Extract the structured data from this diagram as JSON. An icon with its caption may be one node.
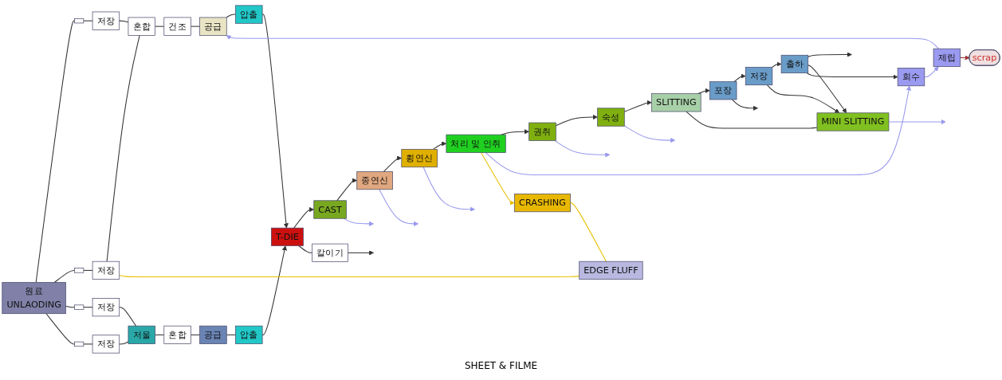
{
  "diagram": {
    "nodes": [
      {
        "text": [
          "원료",
          "UNLAODING"
        ]
      },
      {
        "text": [],
        "shape": "box"
      },
      {
        "text": [],
        "shape": "box"
      },
      {
        "text": [],
        "shape": "box"
      },
      {
        "text": [],
        "shape": "box"
      },
      {
        "text": [
          "저장"
        ]
      },
      {
        "text": [
          "저장"
        ]
      },
      {
        "text": [
          "저장"
        ]
      },
      {
        "text": [
          "저장"
        ]
      },
      {
        "text": [
          "혼합"
        ]
      },
      {
        "text": [
          "저울"
        ]
      },
      {
        "text": [
          "건조"
        ]
      },
      {
        "text": [
          "혼합"
        ]
      },
      {
        "text": [
          "공급"
        ]
      },
      {
        "text": [
          "공급"
        ]
      },
      {
        "text": [
          "압출"
        ]
      },
      {
        "text": [
          "압출"
        ]
      },
      {
        "text": [
          "T-DIE"
        ]
      },
      {
        "text": [
          "CAST"
        ]
      },
      {
        "text": [
          "종연신"
        ]
      },
      {
        "text": [
          "횡연신"
        ]
      },
      {
        "text": [
          "처리 및 인취"
        ]
      },
      {
        "text": [
          "권취"
        ]
      },
      {
        "text": [
          "숙성"
        ]
      },
      {
        "text": [
          "SLITTING"
        ]
      },
      {
        "text": [
          "포장"
        ]
      },
      {
        "text": [
          "저장"
        ]
      },
      {
        "text": [
          "출하"
        ]
      },
      {
        "text": [
          "칼이기"
        ]
      },
      {
        "text": [
          "MINI SLITTING"
        ]
      },
      {
        "text": [
          "제립"
        ]
      },
      {
        "text": [
          "회수"
        ]
      },
      {
        "text": [
          "EDGE FLUFF"
        ]
      },
      {
        "text": [
          "CRASHING"
        ]
      },
      {
        "text": [
          "scrap"
        ]
      }
    ],
    "edges": [
      {
        "from": 0,
        "to": 1,
        "arrow": "none"
      },
      {
        "from": 0,
        "to": 2,
        "arrow": "none"
      },
      {
        "from": 0,
        "to": 3,
        "arrow": "none"
      },
      {
        "from": 0,
        "to": 4,
        "arrow": "none"
      },
      {
        "from": 1,
        "to": 5,
        "arrow": "none"
      },
      {
        "from": 2,
        "to": 6,
        "arrow": "none"
      },
      {
        "from": 3,
        "to": 7,
        "arrow": "none"
      },
      {
        "from": 4,
        "to": 8,
        "arrow": "none"
      },
      {
        "from": 5,
        "to": 9,
        "arrow": "none"
      },
      {
        "from": 6,
        "to": 9,
        "arrow": "none"
      },
      {
        "from": 7,
        "to": 10,
        "arrow": "none"
      },
      {
        "from": 8,
        "to": 10,
        "arrow": "none"
      },
      {
        "from": 9,
        "to": 11,
        "arrow": "none"
      },
      {
        "from": 11,
        "to": 13,
        "arrow": "none"
      },
      {
        "from": 10,
        "to": 12,
        "arrow": "none"
      },
      {
        "from": 12,
        "to": 14,
        "arrow": "none"
      },
      {
        "from": 13,
        "to": 15,
        "arrow": "none"
      },
      {
        "from": 14,
        "to": 16,
        "arrow": "none"
      },
      {
        "from": 15,
        "to": 17,
        "arrow": "to"
      },
      {
        "from": 16,
        "to": 17,
        "arrow": "to"
      },
      {
        "from": 17,
        "to": 18,
        "arrow": "to"
      },
      {
        "from": 18,
        "to": 19,
        "arrow": "to"
      },
      {
        "from": 19,
        "to": 20,
        "arrow": "to"
      },
      {
        "from": 20,
        "to": 21,
        "arrow": "to"
      },
      {
        "from": 21,
        "to": 22,
        "arrow": "to"
      },
      {
        "from": 22,
        "to": 23,
        "arrow": "to"
      },
      {
        "from": 23,
        "to": 24,
        "arrow": "to"
      },
      {
        "from": 24,
        "to": 25,
        "arrow": "to"
      },
      {
        "from": 25,
        "to": 26,
        "arrow": "to"
      },
      {
        "from": 26,
        "to": 27,
        "arrow": "to"
      },
      {
        "from": 27,
        "to": null,
        "arrow": "to"
      },
      {
        "from": 17,
        "to": 28,
        "arrow": "none"
      },
      {
        "from": 28,
        "to": null,
        "arrow": "to"
      },
      {
        "from": 18,
        "to": null,
        "arrow": "to",
        "color": "#9999ee"
      },
      {
        "from": 19,
        "to": null,
        "arrow": "to",
        "color": "#9999ee"
      },
      {
        "from": 20,
        "to": null,
        "arrow": "to",
        "color": "#9999ee"
      },
      {
        "from": 22,
        "to": null,
        "arrow": "to",
        "color": "#9999ee"
      },
      {
        "from": 23,
        "to": null,
        "arrow": "to",
        "color": "#9999ee"
      },
      {
        "from": 21,
        "to": 31,
        "arrow": "to",
        "color": "#9999ee"
      },
      {
        "from": 21,
        "to": 33,
        "arrow": "to",
        "color": "#e8c000"
      },
      {
        "from": 24,
        "to": 29,
        "arrow": "none"
      },
      {
        "from": 29,
        "to": null,
        "arrow": "to",
        "color": "#9999ee"
      },
      {
        "from": 25,
        "to": null,
        "arrow": "to"
      },
      {
        "from": 26,
        "to": 29,
        "arrow": "to"
      },
      {
        "from": 27,
        "to": 29,
        "arrow": "to"
      },
      {
        "from": 27,
        "to": 31,
        "arrow": "to"
      },
      {
        "from": 31,
        "to": 30,
        "arrow": "to",
        "color": "#9999ee"
      },
      {
        "from": 30,
        "to": 13,
        "arrow": "to",
        "color": "#9999ee"
      },
      {
        "from": 30,
        "to": 34,
        "arrow": "to",
        "color": "#993333"
      },
      {
        "from": 6,
        "to": 32,
        "arrow": "none",
        "color": "#e8c000"
      },
      {
        "from": 33,
        "to": 32,
        "arrow": "none",
        "color": "#e8c000"
      }
    ],
    "labels": [
      "SHEET & FILME"
    ]
  }
}
